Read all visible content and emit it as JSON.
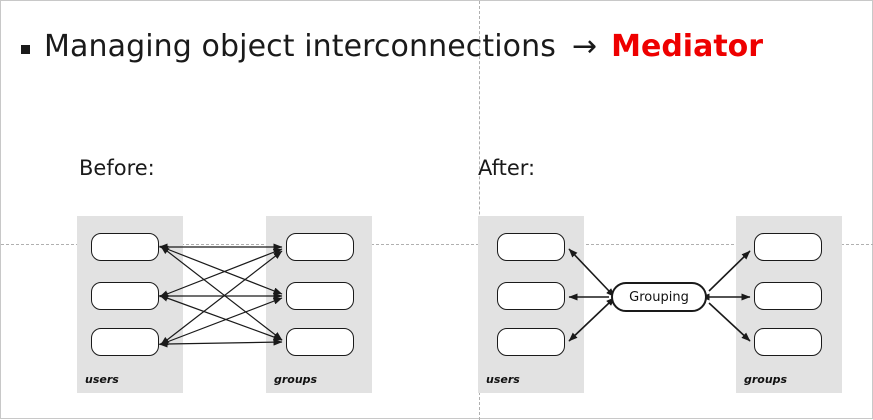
{
  "slide": {
    "bullet_text": "Managing object interconnections",
    "arrow": "→",
    "pattern_name": "Mediator",
    "accent_color": "#ee0000",
    "text_color": "#1a1a1a"
  },
  "sections": {
    "before": {
      "caption": "Before:",
      "left_panel_label": "users",
      "right_panel_label": "groups",
      "left_nodes": [
        "",
        "",
        ""
      ],
      "right_nodes": [
        "",
        "",
        ""
      ]
    },
    "after": {
      "caption": "After:",
      "left_panel_label": "users",
      "right_panel_label": "groups",
      "left_nodes": [
        "",
        "",
        ""
      ],
      "right_nodes": [
        "",
        "",
        ""
      ],
      "mediator_label": "Grouping"
    }
  },
  "diagram_data": {
    "type": "diagram",
    "description": "Mediator pattern: before/after comparison of object interconnections",
    "before": {
      "left_group": "users",
      "right_group": "groups",
      "left_count": 3,
      "right_count": 3,
      "edges": "fully connected mesh, 9 bidirectional links between every user and every group"
    },
    "after": {
      "left_group": "users",
      "right_group": "groups",
      "left_count": 3,
      "right_count": 3,
      "mediator": "Grouping",
      "edges": "each user links only to the Grouping mediator; the Grouping mediator links to each group"
    }
  }
}
